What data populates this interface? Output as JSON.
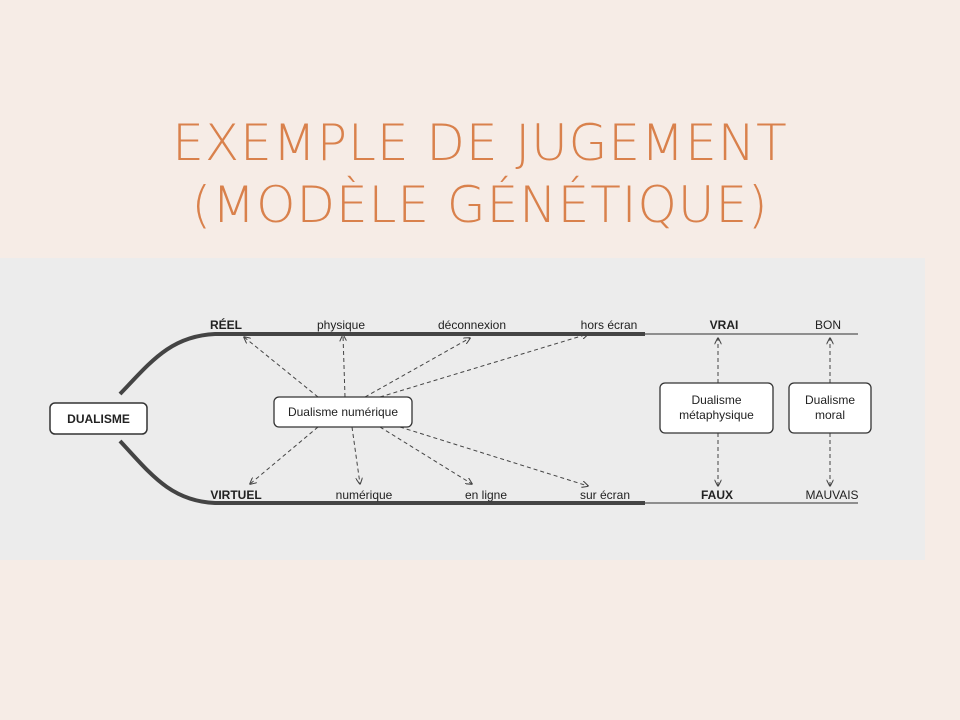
{
  "title": {
    "line1": "EXEMPLE DE JUGEMENT",
    "line2": "(MODÈLE GÉNÉTIQUE)"
  },
  "diagram": {
    "root": "DUALISME",
    "top_labels": {
      "reel": "RÉEL",
      "physique": "physique",
      "deconnexion": "déconnexion",
      "hors_ecran": "hors écran",
      "vrai": "VRAI",
      "bon": "BON"
    },
    "bottom_labels": {
      "virtuel": "VIRTUEL",
      "numerique": "numérique",
      "en_ligne": "en ligne",
      "sur_ecran": "sur écran",
      "faux": "FAUX",
      "mauvais": "MAUVAIS"
    },
    "boxes": {
      "numerique": "Dualisme numérique",
      "metaphysique_line1": "Dualisme",
      "metaphysique_line2": "métaphysique",
      "moral_line1": "Dualisme",
      "moral_line2": "moral"
    },
    "colors": {
      "title": "#d9814c",
      "background": "#f6ece6",
      "panel": "#ececec",
      "line": "#444444"
    }
  }
}
